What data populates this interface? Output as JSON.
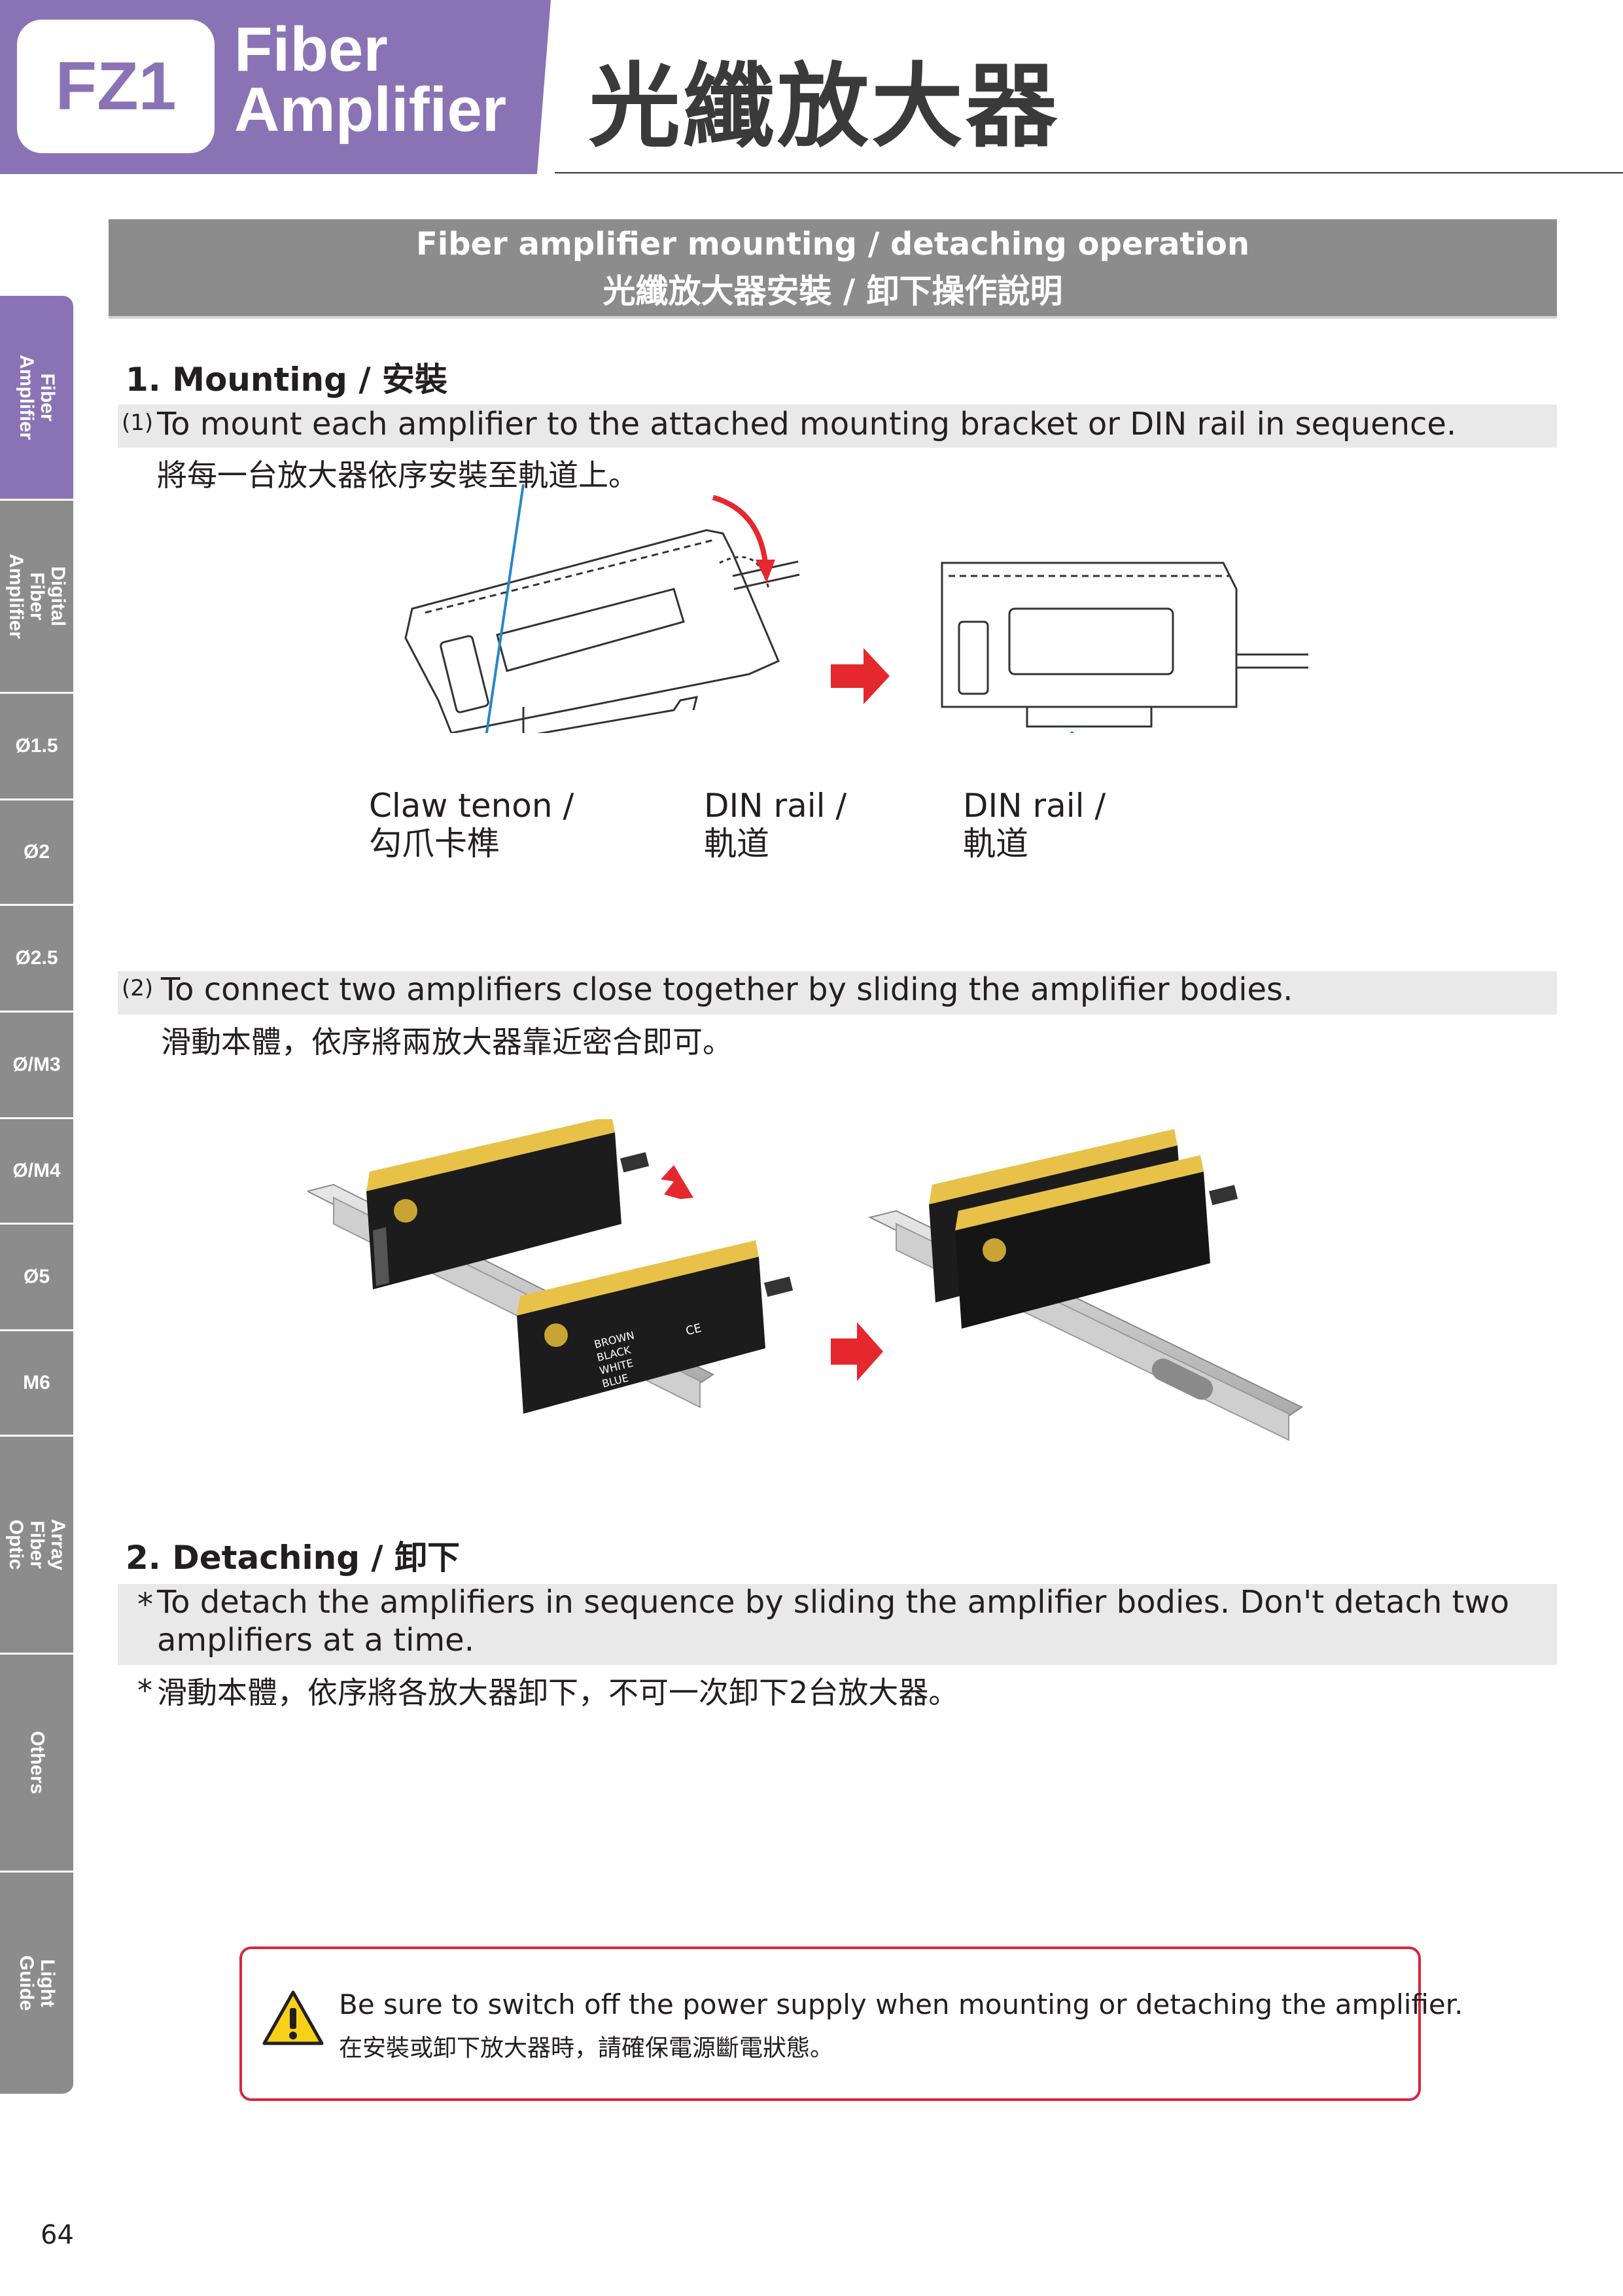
{
  "header": {
    "code": "FZ1",
    "title_line1": "Fiber",
    "title_line2": "Amplifier",
    "title_zh": "光纖放大器"
  },
  "side_tabs": [
    {
      "label": "Fiber Amplifier"
    },
    {
      "label": "Digital Fiber Amplifier"
    },
    {
      "label": "Ø1.5"
    },
    {
      "label": "Ø2"
    },
    {
      "label": "Ø2.5"
    },
    {
      "label": "Ø/M3"
    },
    {
      "label": "Ø/M4"
    },
    {
      "label": "Ø5"
    },
    {
      "label": "M6"
    },
    {
      "label": "Array Fiber Optic"
    },
    {
      "label": "Others"
    },
    {
      "label": "Light Guide"
    }
  ],
  "banner": {
    "title_en": "Fiber amplifier mounting / detaching operation",
    "title_zh": "光纖放大器安裝 / 卸下操作說明"
  },
  "mounting": {
    "heading": "1. Mounting / 安裝",
    "step1_num": "(1)",
    "step1_en": "To mount each amplifier to the attached mounting bracket or DIN rail in sequence.",
    "step1_zh": "將每一台放大器依序安裝至軌道上。",
    "claw_label_line1": "Claw tenon /",
    "claw_label_line2": "勾爪卡榫",
    "din_label_line1": "DIN rail /",
    "din_label_line2": "軌道",
    "din2_label_line1": "DIN rail /",
    "din2_label_line2": "軌道",
    "step2_num": "(2)",
    "step2_en": "To connect two amplifiers close together by sliding the amplifier bodies.",
    "step2_zh": "滑動本體，依序將兩放大器靠近密合即可。"
  },
  "detaching": {
    "heading": "2. Detaching / 卸下",
    "star": "*",
    "line1_en": "To detach the amplifiers in sequence by sliding the amplifier bodies. Don't detach two",
    "line2_en": "amplifiers at a time.",
    "line_zh": "滑動本體，依序將各放大器卸下，不可一次卸下2台放大器。"
  },
  "product_label": {
    "wire1": "BROWN",
    "wire2": "BLACK",
    "wire3": "WHITE",
    "wire4": "BLUE",
    "mark": "CE"
  },
  "warning": {
    "text_en": "Be sure to switch off the power supply when mounting  or detaching the amplifier.",
    "text_zh": "在安裝或卸下放大器時，請確保電源斷電狀態。"
  },
  "page_number": "64",
  "colors": {
    "brand": "#8a73b5",
    "tab_gray": "#8c8c8c",
    "arrow_red": "#e5282e",
    "callout_blue": "#2a86c8",
    "warning_red": "#d7263b",
    "warning_yellow": "#f7d117"
  }
}
